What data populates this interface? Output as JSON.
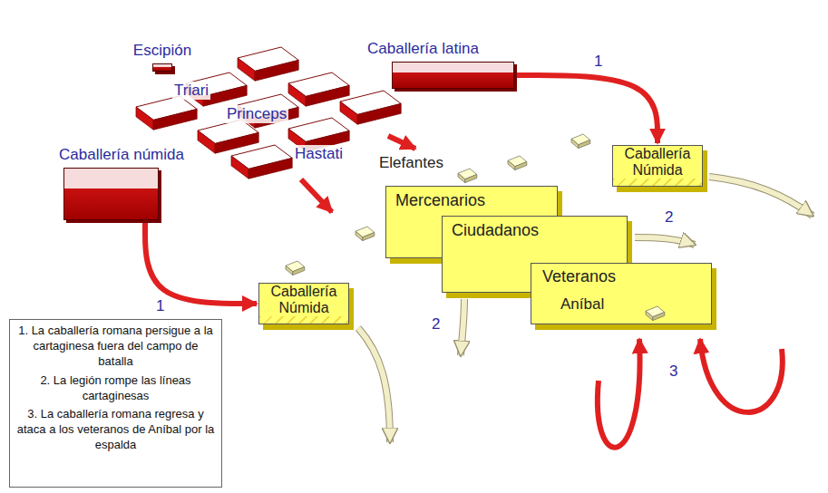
{
  "diagram": {
    "nodes": [
      {
        "text": [
          "Escipión"
        ]
      },
      {
        "text": [
          "Caballería latina"
        ]
      },
      {
        "text": [
          "Caballería númida"
        ]
      },
      {
        "text": [
          "Caballería Númida"
        ]
      },
      {
        "text": [
          "Mercenarios"
        ]
      },
      {
        "text": [
          "Ciudadanos"
        ]
      },
      {
        "text": [
          "Veteranos"
        ]
      },
      {
        "text": [
          "Caballería Númida"
        ]
      },
      {
        "text": [
          "1. La caballería romana persigue a la cartaginesa fuera del campo de batalla",
          "2. La legión rompe las líneas cartaginesas",
          "3. La caballería romana regresa y ataca a los veteranos de Aníbal por la espalda"
        ]
      }
    ],
    "edges": [
      {
        "from": 1,
        "to": 3,
        "arrow": "to"
      },
      {
        "from": 2,
        "to": 7,
        "arrow": "to"
      }
    ],
    "labels": [
      "Triari",
      "Princeps",
      "Hastati",
      "Elefantes",
      "Aníbal",
      "1",
      "1",
      "2",
      "2",
      "3"
    ]
  }
}
